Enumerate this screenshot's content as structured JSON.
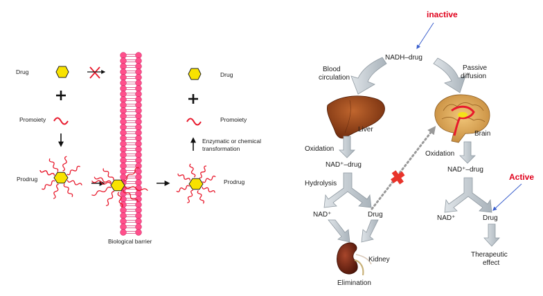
{
  "left_panel": {
    "drug_left": "Drug",
    "promoiety_left": "Promoiety",
    "prodrug_left": "Prodrug",
    "drug_right": "Drug",
    "promoiety_right": "Promoiety",
    "prodrug_right": "Prodrug",
    "transformation_line1": "Enzymatic or chemical",
    "transformation_line2": "transformation",
    "barrier_label": "Biological barrier",
    "colors": {
      "drug": "#f8e200",
      "promoiety": "#e8192c",
      "barrier": "#ff4f8b"
    }
  },
  "right_panel": {
    "inactive_label": "inactive",
    "active_label": "Active",
    "nadh_drug": "NADH–drug",
    "blood_circulation_line1": "Blood",
    "blood_circulation_line2": "circulation",
    "passive_diffusion_line1": "Passive",
    "passive_diffusion_line2": "diffusion",
    "liver": "Liver",
    "brain": "Brain",
    "kidney": "Kidney",
    "oxidation_left": "Oxidation",
    "oxidation_right": "Oxidation",
    "nad_drug_left": "NAD⁺–drug",
    "nad_drug_right": "NAD⁺–drug",
    "hydrolysis": "Hydrolysis",
    "nad_left": "NAD⁺",
    "nad_right": "NAD⁺",
    "drug_left": "Drug",
    "drug_right": "Drug",
    "elimination": "Elimination",
    "therapeutic_line1": "Therapeutic",
    "therapeutic_line2": "effect",
    "colors": {
      "arrow": "#a6b0b8",
      "highlight": "#e0001b",
      "pointer": "#3a5fcd"
    }
  }
}
